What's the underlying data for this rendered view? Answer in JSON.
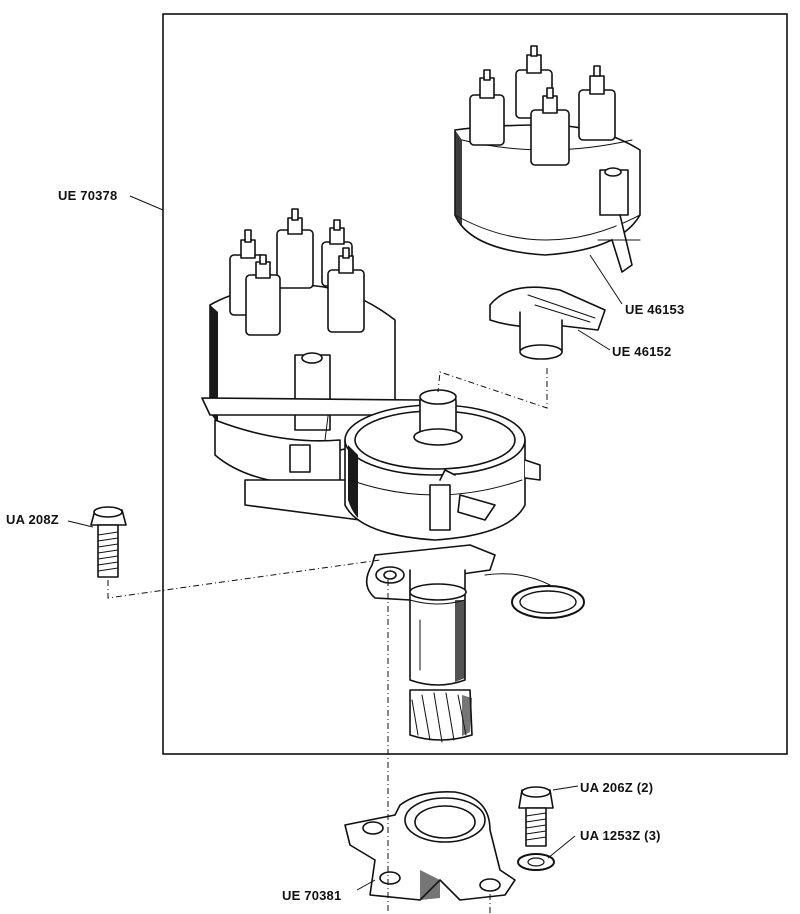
{
  "labels": {
    "distributor_assembly": "UE 70378",
    "distributor_cap": "UE 46153",
    "rotor": "UE 46152",
    "clamp_bolt": "UA 208Z",
    "clamp_plate": "UE 70381",
    "plate_bolt": "UA 206Z (2)",
    "plate_washer": "UA 1253Z (3)"
  }
}
